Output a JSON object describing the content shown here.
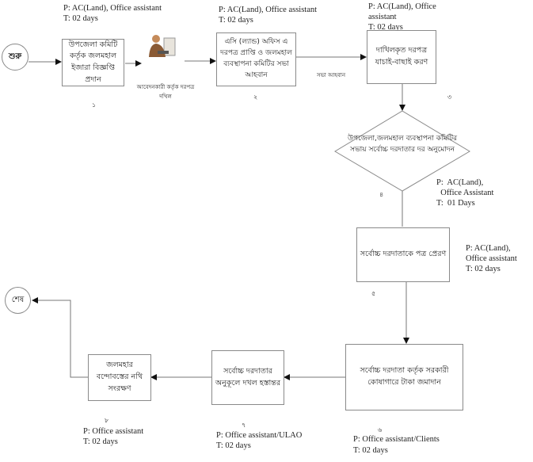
{
  "start": {
    "label": "শুরু"
  },
  "end": {
    "label": "শেষ"
  },
  "steps": [
    {
      "number": "১",
      "text": "উপজেলা কমিটি কর্তৃক জলমহাল ইজারা বিজ্ঞপ্তি প্রদান",
      "responsible": "P: AC(Land), Office assistant",
      "time": "T: 02 days"
    },
    {
      "number": "২",
      "text": "এসি (ল্যান্ড) অফিস এ দরপত্র প্রাপ্তি ও জলমহাল ব্যবস্থাপনা কমিটির সভা আহবান",
      "responsible": "P: AC(Land), Office assistant",
      "time": "T: 02 days"
    },
    {
      "number": "৩",
      "text": "দাখিলকৃত দরপত্র যাচাই-বাছাই করণ",
      "responsible": "P: AC(Land), Office\nassistant",
      "time": "T: 02 days"
    },
    {
      "number": "৪",
      "text": "উপজেলা,জলমহাল ব্যবস্থাপনা কমিটির সভায় সর্বোচ্চ দরদাতার দর অনুমোদন",
      "responsible": "P:  AC(Land),\n  Office Assistant",
      "time": "T:  01 Days"
    },
    {
      "number": "৫",
      "text": "সর্বোচ্চ দরদাতাকে পত্র প্রেরণ",
      "responsible": "P: AC(Land),\nOffice assistant",
      "time": "T: 02 days"
    },
    {
      "number": "৬",
      "text": "সর্বোচ্চ দরদাতা কর্তৃক সরকারী কোষাগারে টাকা জমাদান",
      "responsible": "P: Office assistant/Clients",
      "time": "T: 02 days"
    },
    {
      "number": "৭",
      "text": "সর্বোচ্চ দরদাতার অনুকূলে দখল হস্তান্তর",
      "responsible": "P: Office assistant/ULAO",
      "time": "T: 02 days"
    },
    {
      "number": "৮",
      "text": "জলমহার বন্দোবস্তের নথি সংরক্ষণ",
      "responsible": "P: Office assistant",
      "time": "T: 02 days"
    }
  ],
  "captions": {
    "applicant_submission": "আবেদনকারী কর্তৃক দরপত্র দখিল",
    "meeting_call": "সভা আহবান"
  },
  "icons": {
    "applicant": "person-at-computer-icon"
  },
  "colors": {
    "line": "#777777",
    "box_border": "#8a8a8a"
  }
}
